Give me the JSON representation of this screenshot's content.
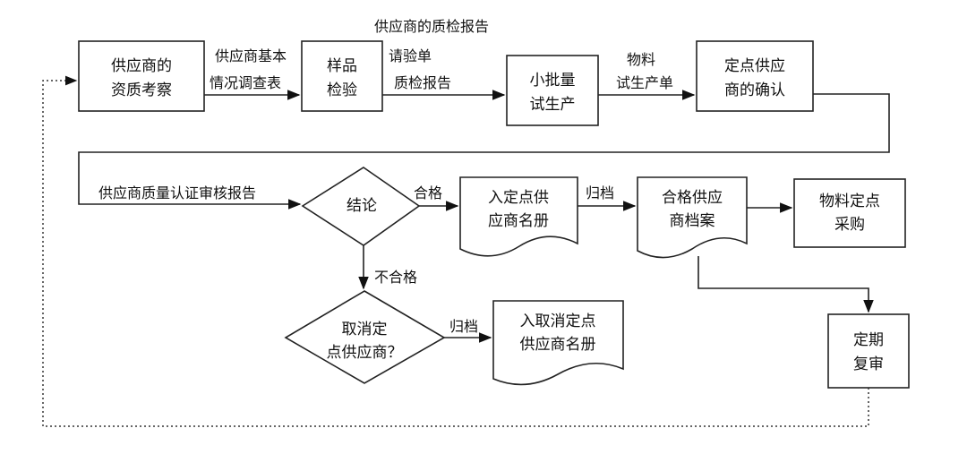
{
  "nodes": {
    "qualification": [
      "供应商的",
      "资质考察"
    ],
    "sample_inspection": [
      "样品",
      "检验"
    ],
    "small_batch": [
      "小批量",
      "试生产"
    ],
    "confirm_point": [
      "定点供应",
      "商的确认"
    ],
    "conclusion": [
      "结论"
    ],
    "designated_register": [
      "入定点供",
      "应商名册"
    ],
    "qualified_archive": [
      "合格供应",
      "商档案"
    ],
    "designated_purchase": [
      "物料定点",
      "采购"
    ],
    "cancel_decision": [
      "取消定",
      "点供应商？"
    ],
    "cancel_register": [
      "入取消定点",
      "供应商名册"
    ],
    "periodic_review": [
      "定期",
      "复审"
    ]
  },
  "labels": {
    "supplier_qc_report": "供应商的质检报告",
    "basic_survey_1": "供应商基本",
    "basic_survey_2": "情况调查表",
    "request_form": "请验单",
    "qc_report": "质检报告",
    "material_1": "物料",
    "material_2": "试生产单",
    "cert_audit_report": "供应商质量认证审核报告",
    "pass": "合格",
    "archive_1": "归档",
    "archive_2": "归档",
    "fail": "不合格"
  }
}
